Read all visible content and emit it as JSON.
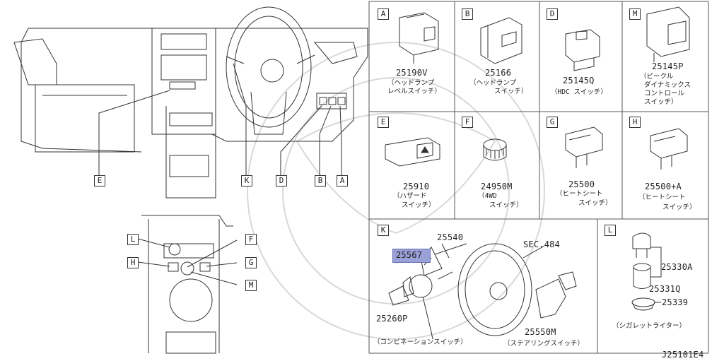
{
  "diagram_id": "J25101E4",
  "callouts": {
    "left_overview": [
      "E",
      "K",
      "D",
      "B",
      "A"
    ],
    "console": [
      "L",
      "F",
      "H",
      "G",
      "M"
    ]
  },
  "panels": {
    "A": {
      "letter": "A",
      "part": "25190V",
      "caption": [
        "（ヘッドランプ",
        "レベルスイッチ）"
      ]
    },
    "B": {
      "letter": "B",
      "part": "25166",
      "caption": [
        "（ヘッドランプ",
        "スイッチ）"
      ]
    },
    "D": {
      "letter": "D",
      "part": "25145Q",
      "caption": [
        "（HDC スイッチ）"
      ]
    },
    "M": {
      "letter": "M",
      "part": "25145P",
      "caption": [
        "（ビークル",
        "ダイナミックス",
        "コントロール",
        "スイッチ）"
      ]
    },
    "E": {
      "letter": "E",
      "part": "25910",
      "caption": [
        "（ハザード",
        "スイッチ）"
      ]
    },
    "F": {
      "letter": "F",
      "part": "24950M",
      "caption": [
        "（4WD",
        "スイッチ）"
      ]
    },
    "G": {
      "letter": "G",
      "part": "25500",
      "caption": [
        "（ヒートシート",
        "スイッチ）"
      ]
    },
    "H": {
      "letter": "H",
      "part": "25500+A",
      "caption": [
        "（ヒートシート",
        "スイッチ）"
      ]
    },
    "K": {
      "letter": "K",
      "parts": {
        "p1": "25540",
        "p2": "25567",
        "p3": "25260P",
        "p4": "25550M",
        "sec": "SEC.484"
      },
      "captions": {
        "combi": "（コンビネーションスイッチ）",
        "steer": "（ステアリングスイッチ）"
      }
    },
    "L": {
      "letter": "L",
      "parts": {
        "p1": "25330A",
        "p2": "25331Q",
        "p3": "25339"
      },
      "caption": "（シガレットライター）"
    }
  },
  "colors": {
    "line": "#333333",
    "highlight": "#9aa0d8"
  }
}
